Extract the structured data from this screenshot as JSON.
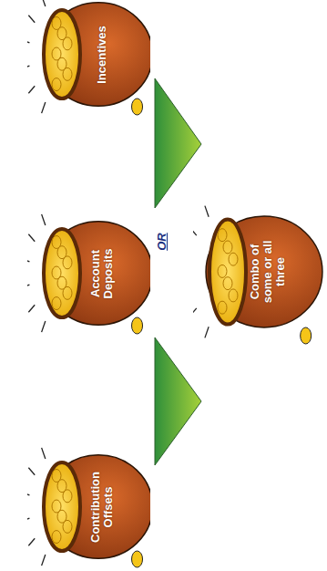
{
  "diagram": {
    "nodes": [
      {
        "text": [
          "Contribution Offsets"
        ]
      },
      {
        "text": [
          "Account Deposits"
        ]
      },
      {
        "text": [
          "Incentives"
        ]
      },
      {
        "text": [
          "Combo of some or all three"
        ]
      }
    ],
    "labels": [
      "OR"
    ]
  }
}
